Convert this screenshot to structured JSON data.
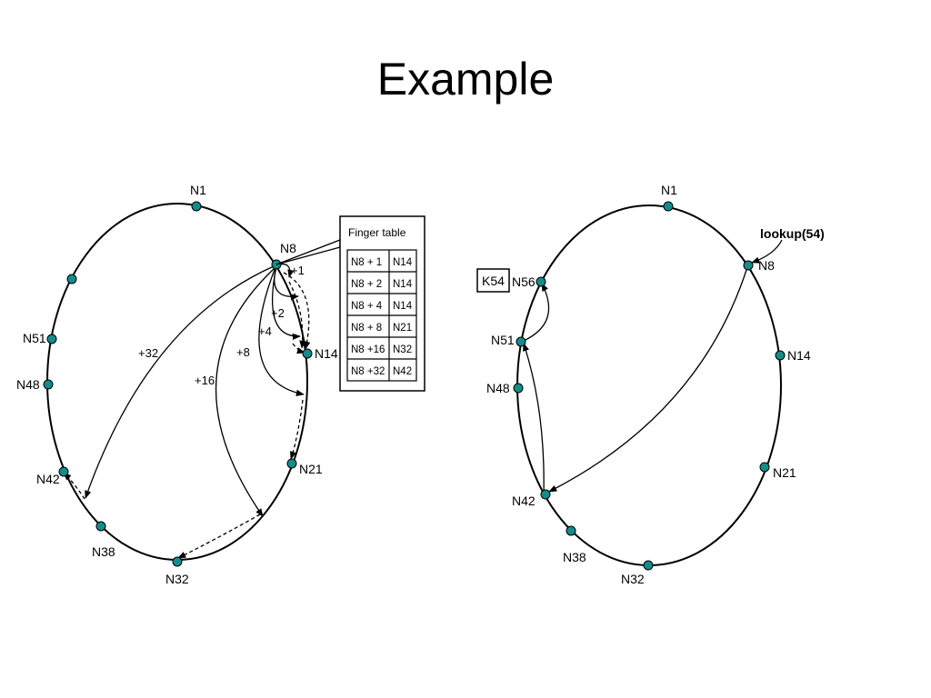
{
  "slide": {
    "title": "Example"
  },
  "colors": {
    "node_fill": "#158c8c",
    "line": "#000000"
  },
  "left_ring": {
    "nodes": [
      {
        "id": "N1",
        "label": "N1"
      },
      {
        "id": "N8",
        "label": "N8"
      },
      {
        "id": "N14",
        "label": "N14"
      },
      {
        "id": "N21",
        "label": "N21"
      },
      {
        "id": "N32",
        "label": "N32"
      },
      {
        "id": "N38",
        "label": "N38"
      },
      {
        "id": "N42",
        "label": "N42"
      },
      {
        "id": "N48",
        "label": "N48"
      },
      {
        "id": "N51",
        "label": "N51"
      },
      {
        "id": "N56",
        "label": ""
      }
    ],
    "fingers": [
      {
        "label": "+1",
        "target": "N14"
      },
      {
        "label": "+2",
        "target": "N14"
      },
      {
        "label": "+4",
        "target": "N14"
      },
      {
        "label": "+8",
        "target": "N21"
      },
      {
        "label": "+16",
        "target": "N32"
      },
      {
        "label": "+32",
        "target": "N42"
      }
    ],
    "finger_table": {
      "title": "Finger table",
      "rows": [
        {
          "start": "N8 + 1",
          "node": "N14"
        },
        {
          "start": "N8 + 2",
          "node": "N14"
        },
        {
          "start": "N8 + 4",
          "node": "N14"
        },
        {
          "start": "N8 + 8",
          "node": "N21"
        },
        {
          "start": "N8 +16",
          "node": "N32"
        },
        {
          "start": "N8 +32",
          "node": "N42"
        }
      ]
    }
  },
  "right_ring": {
    "nodes": [
      {
        "id": "N1",
        "label": "N1"
      },
      {
        "id": "N8",
        "label": "N8"
      },
      {
        "id": "N14",
        "label": "N14"
      },
      {
        "id": "N21",
        "label": "N21"
      },
      {
        "id": "N32",
        "label": "N32"
      },
      {
        "id": "N38",
        "label": "N38"
      },
      {
        "id": "N42",
        "label": "N42"
      },
      {
        "id": "N48",
        "label": "N48"
      },
      {
        "id": "N51",
        "label": "N51"
      },
      {
        "id": "N56",
        "label": "N56"
      }
    ],
    "lookup_label": "lookup(54)",
    "key_label": "K54",
    "lookup_path": [
      "N8",
      "N42",
      "N51",
      "N56"
    ]
  }
}
